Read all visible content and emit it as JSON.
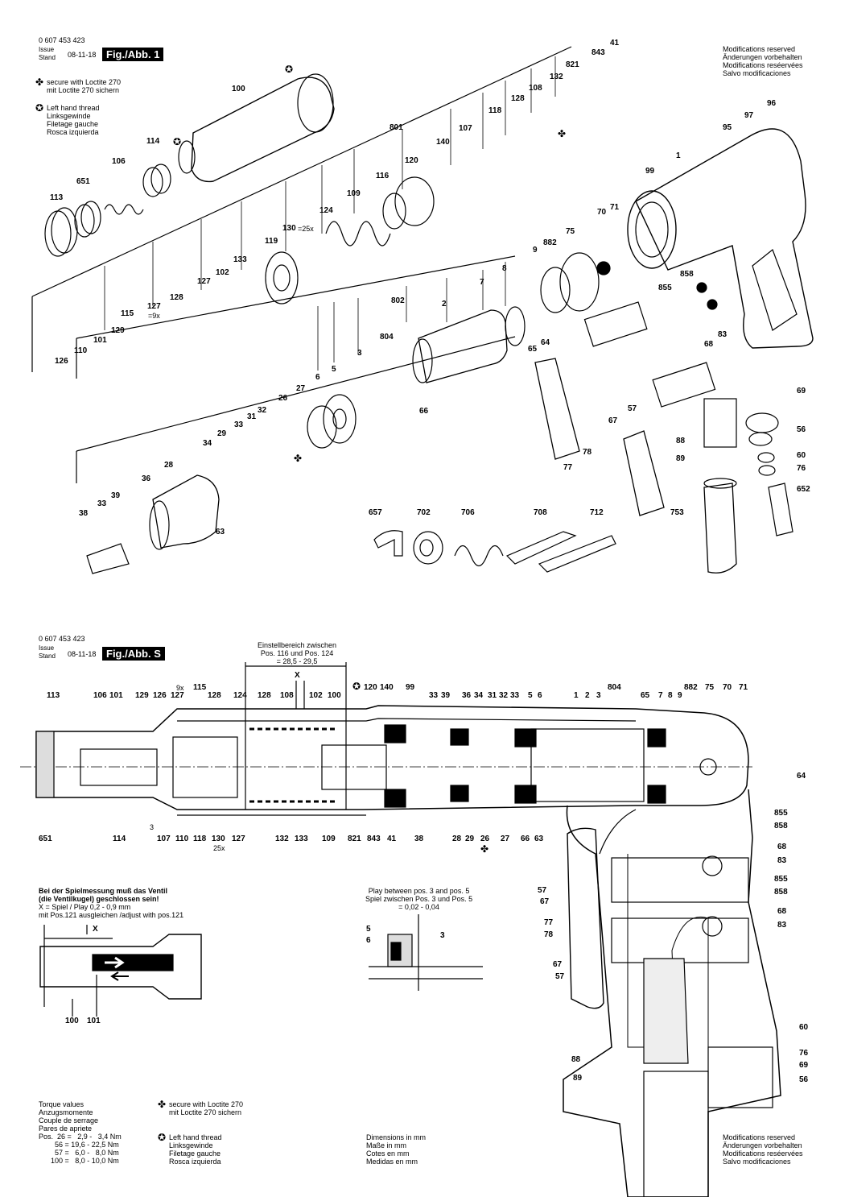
{
  "header1": {
    "part_no": "0 607 453 423",
    "issue_stand": "Issue\nStand",
    "date": "08-11-18",
    "fig": "Fig./Abb. 1"
  },
  "header2": {
    "part_no": "0 607 453 423",
    "issue_stand": "Issue\nStand",
    "date": "08-11-18",
    "fig": "Fig./Abb. S"
  },
  "notes_top": {
    "loctite": "secure with Loctite 270\nmit Loctite 270 sichern",
    "lefthand": "Left hand thread\nLinksgewinde\nFiletage gauche\nRosca izquierda",
    "modifications": "Modifications reserved\nÄnderungen vorbehalten\nModifications reséervées\nSalvo modificaciones"
  },
  "symbols": {
    "loctite_icon": "✤",
    "lefthand_icon": "✪"
  },
  "fig1_labels": [
    "100",
    "114",
    "106",
    "651",
    "113",
    "821",
    "132",
    "108",
    "128",
    "118",
    "107",
    "140",
    "801",
    "120",
    "116",
    "109",
    "124",
    "130",
    "=25x",
    "119",
    "133",
    "102",
    "127",
    "128",
    "115",
    "127",
    "=9x",
    "129",
    "101",
    "110",
    "126",
    "802",
    "2",
    "7",
    "8",
    "804",
    "3",
    "66",
    "5",
    "6",
    "27",
    "26",
    "32",
    "31",
    "33",
    "29",
    "34",
    "36",
    "28",
    "33",
    "39",
    "38",
    "63",
    "41",
    "843",
    "96",
    "97",
    "95",
    "99",
    "1",
    "71",
    "70",
    "75",
    "882",
    "9",
    "858",
    "855",
    "65",
    "64",
    "83",
    "68",
    "57",
    "67",
    "78",
    "77",
    "69",
    "56",
    "60",
    "76",
    "652",
    "88",
    "89",
    "753",
    "657",
    "702",
    "706",
    "708",
    "712"
  ],
  "secS": {
    "adjust_range": "Einstellbereich zwischen\nPos. 116 und Pos. 124\n= 28,5 - 29,5",
    "x": "X",
    "top_labels": [
      "113",
      "106",
      "101",
      "129",
      "126",
      "127",
      "115",
      "128",
      "124",
      "128",
      "108",
      "102",
      "100",
      "120",
      "140",
      "99",
      "33",
      "39",
      "36",
      "34",
      "31",
      "32",
      "33",
      "5",
      "6",
      "1",
      "2",
      "3",
      "804",
      "65",
      "7",
      "8",
      "9",
      "882",
      "75",
      "70",
      "71"
    ],
    "nine_x": "9x",
    "bottom_labels": [
      "651",
      "114",
      "107",
      "110",
      "118",
      "130",
      "127",
      "132",
      "133",
      "109",
      "821",
      "843",
      "41",
      "38",
      "28",
      "29",
      "26",
      "27",
      "66",
      "63"
    ],
    "twenty_five_x": "25x",
    "three": "3",
    "right_labels": [
      "64",
      "855",
      "858",
      "68",
      "83",
      "855",
      "858",
      "68",
      "83",
      "60",
      "76",
      "69",
      "56"
    ],
    "left_labels": [
      "57",
      "67",
      "77",
      "78",
      "67",
      "57",
      "88",
      "89"
    ]
  },
  "play_note": {
    "title": "Bei der Spielmessung muß das Ventil\n(die Ventilkugel) geschlossen sein!",
    "line1": "X = Spiel / Play 0,2 - 0,9 mm",
    "line2": "mit Pos.121 ausgleichen /adjust with pos.121",
    "x": "X",
    "l100": "100",
    "l101": "101"
  },
  "play35": {
    "text": "Play between pos. 3 and pos. 5\nSpiel zwischen Pos. 3 und Pos. 5\n= 0,02 - 0,04",
    "l5": "5",
    "l6": "6",
    "l3": "3"
  },
  "footer": {
    "torque": "Torque values\nAnzugsmomente\nCouple de serrage\nPares de apriete\nPos.  26 =   2,9 -   3,4 Nm\n        56 = 19,6 - 22,5 Nm\n        57 =   6,0 -   8,0 Nm\n      100 =   8,0 - 10,0 Nm",
    "loctite": "secure with Loctite 270\nmit Loctite 270 sichern",
    "lefthand": "Left hand thread\nLinksgewinde\nFiletage gauche\nRosca izquierda",
    "dims": "Dimensions in mm\nMaße in mm\nCotes en mm\nMedidas en mm",
    "modifications": "Modifications reserved\nÄnderungen vorbehalten\nModifications reséervées\nSalvo modificaciones"
  }
}
